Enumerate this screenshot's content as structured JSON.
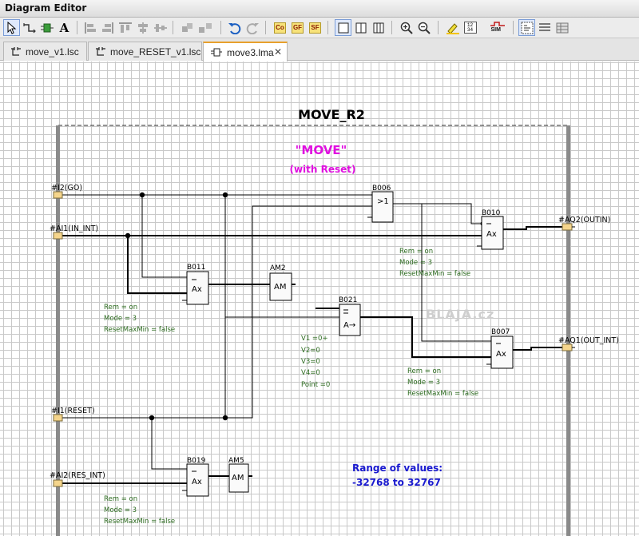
{
  "window": {
    "title": "Diagram Editor"
  },
  "toolbar": {
    "co_label": "Co",
    "gf_label": "GF",
    "sf_label": "SF",
    "sim_label": "SIM",
    "text_tool_label": "A",
    "sort_digits_top": "12",
    "sort_digits_bottom": "34"
  },
  "tabs": [
    {
      "label": "move_v1.lsc",
      "active": false
    },
    {
      "label": "move_RESET_v1.lsc",
      "active": false
    },
    {
      "label": "move3.lma",
      "active": true
    }
  ],
  "diagram": {
    "title": "MOVE_R2",
    "heading": "\"MOVE\"",
    "subheading": "(with Reset)",
    "watermark": "BLAJA.cz",
    "range_line1": "Range of values:",
    "range_line2": "-32768 to 32767",
    "colors": {
      "heading": "#e010e0",
      "range": "#1a1ad0",
      "params": "#2b6a1e",
      "pin": "#f5d58c"
    },
    "inputs": {
      "i2": "#I2(GO)",
      "ai1": "#AI1(IN_INT)",
      "i1": "#I1(RESET)",
      "ai2": "#AI2(RES_INT)"
    },
    "outputs": {
      "aq2": "#AQ2(OUTIN)",
      "aq1": "#AQ1(OUT_INT)"
    },
    "blocks": {
      "b006": {
        "name": "B006",
        "symbol": ">1"
      },
      "b010": {
        "name": "B010",
        "symbol": "Ax"
      },
      "b011": {
        "name": "B011",
        "symbol": "Ax"
      },
      "b021": {
        "name": "B021",
        "symbol": "A→"
      },
      "b007": {
        "name": "B007",
        "symbol": "Ax"
      },
      "b019": {
        "name": "B019",
        "symbol": "Ax"
      },
      "am2": {
        "name": "AM2",
        "symbol": "AM"
      },
      "am5": {
        "name": "AM5",
        "symbol": "AM"
      }
    },
    "params": {
      "b010": [
        "Rem = on",
        "Mode = 3",
        "ResetMaxMin = false"
      ],
      "b011": [
        "Rem = on",
        "Mode = 3",
        "ResetMaxMin = false"
      ],
      "b021": [
        "V1  =0+",
        "V2=0",
        "V3=0",
        "V4=0",
        "Point =0"
      ],
      "b007": [
        "Rem = on",
        "Mode = 3",
        "ResetMaxMin = false"
      ],
      "b019": [
        "Rem = on",
        "Mode = 3",
        "ResetMaxMin = false"
      ]
    }
  }
}
